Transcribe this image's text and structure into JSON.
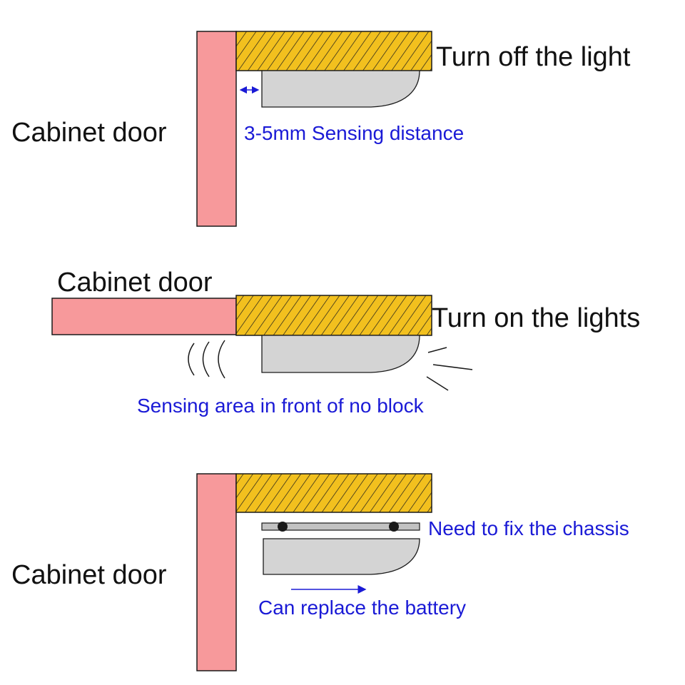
{
  "colors": {
    "door": "#f7999b",
    "shelf": "#f2c01e",
    "sensor": "#d4d4d4",
    "outline": "#1a1a1a",
    "annotation": "#1a1ad6",
    "label": "#111111"
  },
  "panel1": {
    "door_label": "Cabinet door",
    "state_label": "Turn off the light",
    "distance_label": "3-5mm Sensing distance"
  },
  "panel2": {
    "door_label": "Cabinet door",
    "state_label": "Turn on the lights",
    "area_label": "Sensing area in front of no block"
  },
  "panel3": {
    "door_label": "Cabinet door",
    "chassis_label": "Need to fix the chassis",
    "battery_label": "Can replace the battery"
  }
}
